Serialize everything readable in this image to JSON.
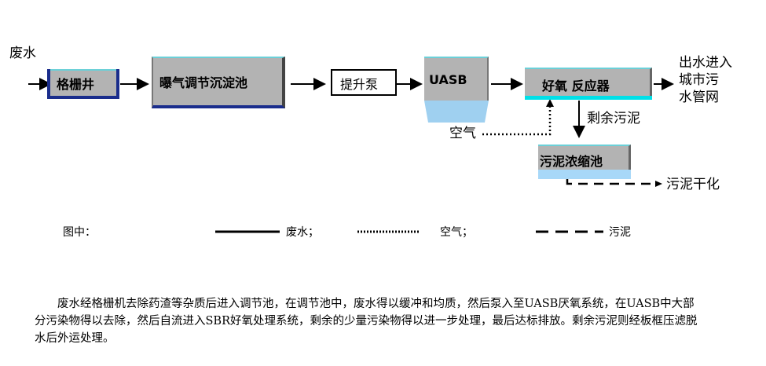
{
  "diagram": {
    "input_label": "废水",
    "nodes": {
      "grille": "格栅井",
      "aeration": "曝气调节沉淀池",
      "pump": "提升泵",
      "uasb": "UASB",
      "aerobic": "好氧 反应器",
      "thickener": "污泥浓缩池"
    },
    "output_label_lines": [
      "出水进入",
      "城市污",
      "水管网"
    ],
    "air_label": "空气",
    "sludge_label": "剩余污泥",
    "dry_label": "污泥干化"
  },
  "legend": {
    "title": "图中：",
    "wastewater": "废水；",
    "air": "空气；",
    "sludge": "污泥"
  },
  "description": "废水经格栅机去除药渣等杂质后进入调节池，在调节池中，废水得以缓冲和均质，然后泵入至UASB厌氧系统，在UASB中大部分污染物得以去除，然后自流进入SBR好氧处理系统，剩余的少量污染物得以进一步处理，最后达标排放。剩余污泥则经板框压滤脱水后外运处理。",
  "colors": {
    "box_gray": "#b3b3b3",
    "water_blue": "#9fd0f0",
    "cyan_band": "#00e0e8",
    "dark_blue_shadow": "#1a2d8c"
  }
}
